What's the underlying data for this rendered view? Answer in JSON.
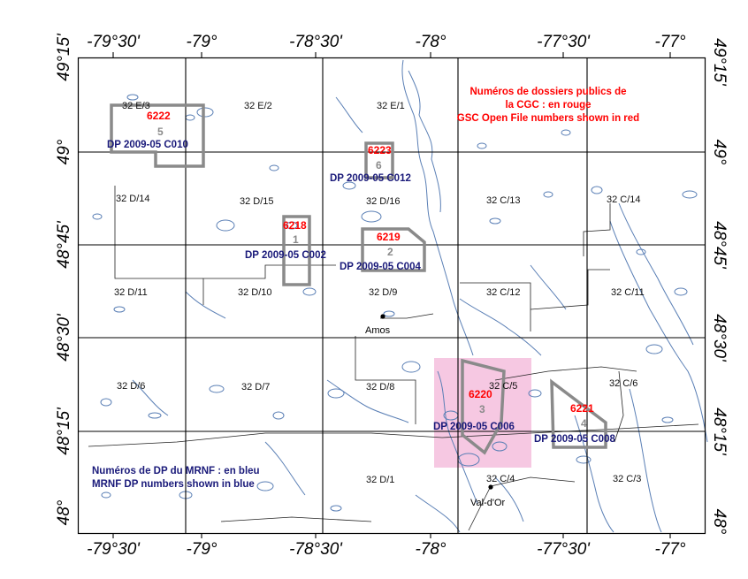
{
  "axes": {
    "top_longitudes": [
      "-79°30'",
      "-79°",
      "-78°30'",
      "-78°",
      "-77°30'",
      "-77°"
    ],
    "bottom_longitudes": [
      "-79°30'",
      "-79°",
      "-78°30'",
      "-78°",
      "-77°30'",
      "-77°"
    ],
    "left_latitudes": [
      "49°15'",
      "49°",
      "48°45'",
      "48°30'",
      "48°15'",
      "48°"
    ],
    "right_latitudes": [
      "49°15'",
      "49°",
      "48°45'",
      "48°30'",
      "48°15'",
      "48°"
    ]
  },
  "sheets": [
    "32 E/3",
    "32 E/2",
    "32 E/1",
    "32 D/14",
    "32 D/15",
    "32 D/16",
    "32 C/13",
    "32 C/14",
    "32 D/11",
    "32 D/10",
    "32 D/9",
    "32 C/12",
    "32 C/11",
    "32 D/6",
    "32 D/7",
    "32 D/8",
    "32 C/5",
    "32 C/6",
    "32 D/1",
    "32 C/4",
    "32 C/3"
  ],
  "areas": [
    {
      "of": "6222",
      "num": "5",
      "dp": "DP 2009-05 C010"
    },
    {
      "of": "6223",
      "num": "6",
      "dp": "DP 2009-05 C012"
    },
    {
      "of": "6218",
      "num": "1",
      "dp": "DP 2009-05 C002"
    },
    {
      "of": "6219",
      "num": "2",
      "dp": "DP 2009-05 C004"
    },
    {
      "of": "6220",
      "num": "3",
      "dp": "DP 2009-05 C006"
    },
    {
      "of": "6221",
      "num": "4",
      "dp": "DP 2009-05 C008"
    }
  ],
  "towns": [
    "Amos",
    "Val-d'Or"
  ],
  "notes": {
    "red": [
      "Numéros de dossiers publics de",
      "la CGC : en rouge",
      "GSC Open File numbers shown in red"
    ],
    "blue": [
      "Numéros de DP du MRNF : en bleu",
      "MRNF DP numbers shown in blue"
    ]
  },
  "colors": {
    "water": "#5a7fb5",
    "outline": "#8a8a8a",
    "highlight": "#f6c8e2",
    "of_text": "#ff0000",
    "dp_text": "#1a1a7a"
  }
}
